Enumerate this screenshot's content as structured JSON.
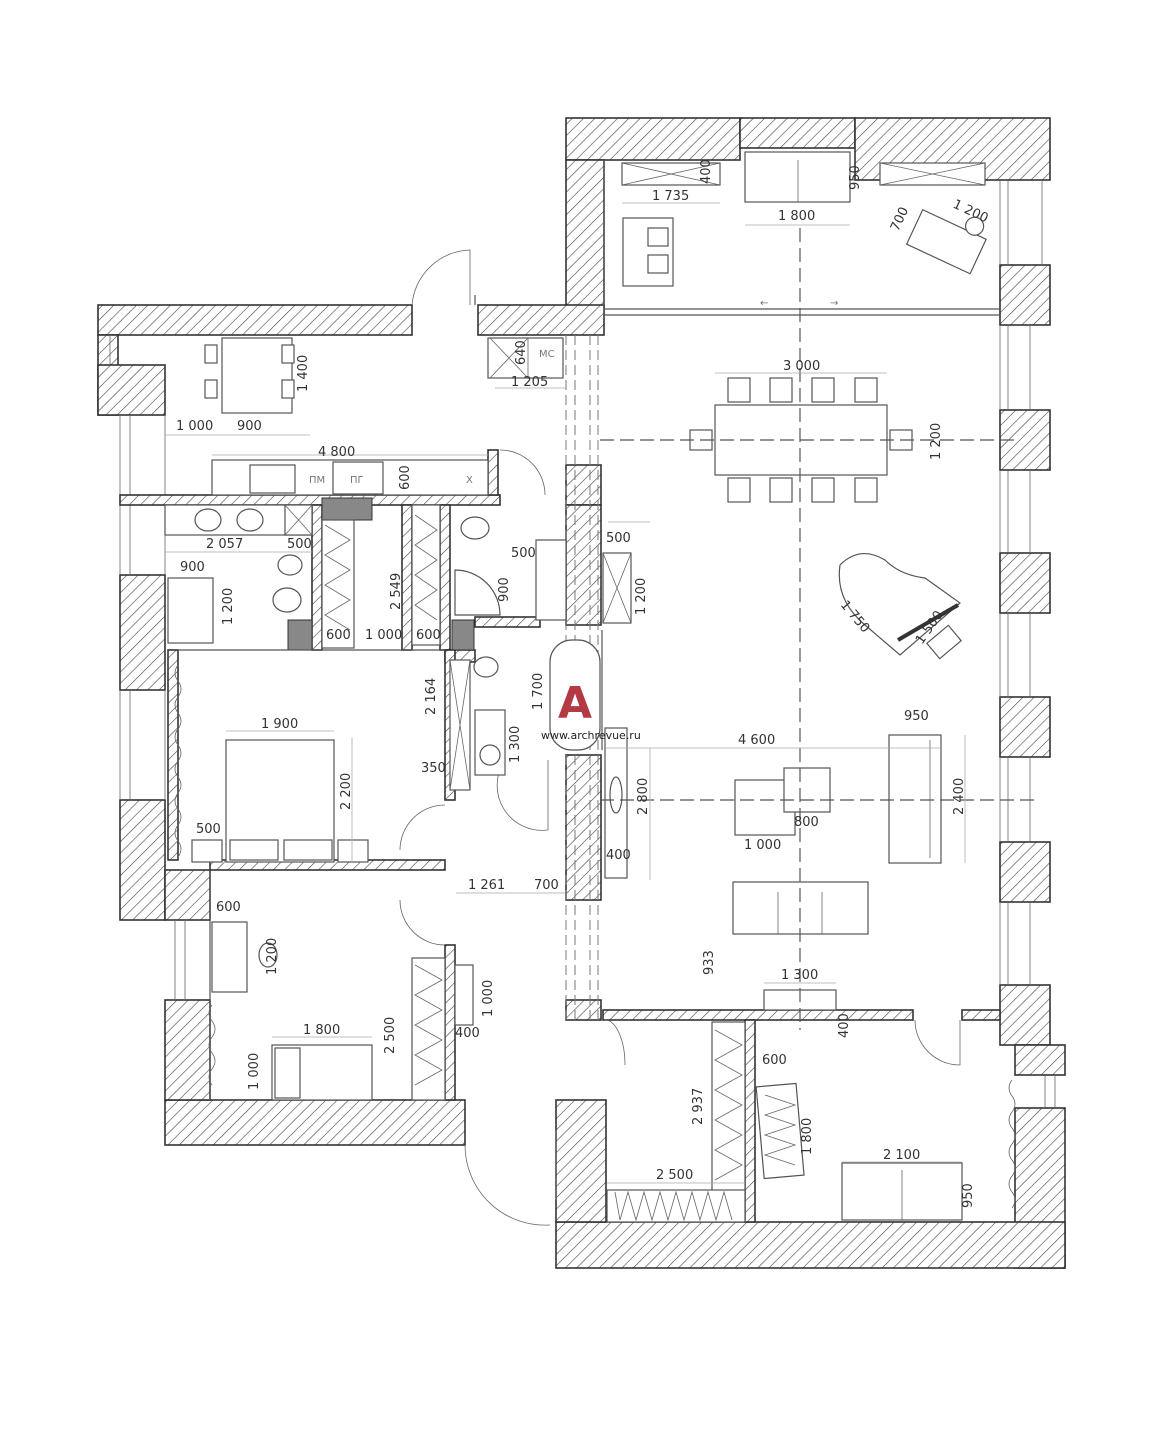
{
  "plan": {
    "labels": {
      "pm": "ПМ",
      "pg": "ПГ",
      "x": "Х",
      "ms": "МС"
    },
    "watermark": {
      "letter": "A",
      "url": "www.archrevue.ru"
    },
    "dimensions": [
      "1 735",
      "400",
      "1 800",
      "950",
      "1 200",
      "700",
      "640",
      "1 205",
      "1 400",
      "1 000",
      "900",
      "3 000",
      "1 200",
      "4 800",
      "600",
      "2 057",
      "500",
      "900",
      "1 200",
      "2 549",
      "600",
      "1 000",
      "600",
      "500",
      "900",
      "500",
      "1 200",
      "1 750",
      "1 500",
      "1 700",
      "2 164",
      "1 300",
      "350",
      "1 900",
      "2 200",
      "500",
      "950",
      "4 600",
      "2 800",
      "2 400",
      "800",
      "1 000",
      "400",
      "1 261",
      "700",
      "600",
      "1 200",
      "1 000",
      "400",
      "933",
      "1 300",
      "400",
      "1 800",
      "2 500",
      "1 000",
      "2 937",
      "600",
      "1 800",
      "2 500",
      "2 100",
      "950"
    ]
  }
}
